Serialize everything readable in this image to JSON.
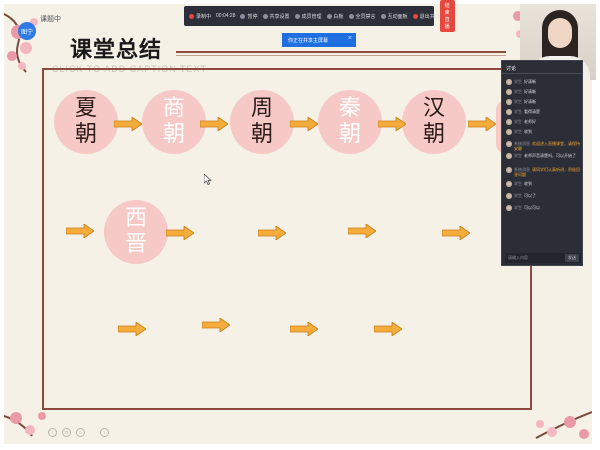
{
  "slide": {
    "title": "课堂总结",
    "caption_placeholder": "CLICK TO ADD CAPTION TEXT"
  },
  "dynasties": [
    {
      "line1": "夏",
      "line2": "朝",
      "style": "dark"
    },
    {
      "line1": "商",
      "line2": "朝",
      "style": "light"
    },
    {
      "line1": "周",
      "line2": "朝",
      "style": "dark"
    },
    {
      "line1": "秦",
      "line2": "朝",
      "style": "light"
    },
    {
      "line1": "汉",
      "line2": "朝",
      "style": "dark"
    },
    {
      "line1": "西",
      "line2": "晋",
      "style": "light"
    }
  ],
  "app": {
    "badge": "图宁",
    "name": "课题中"
  },
  "toolbar": {
    "status": "录制中",
    "timer": "00:04:28",
    "items": [
      "暂停",
      "共享设置",
      "成员管理",
      "白板",
      "全员禁言",
      "互动面板",
      "退出共享"
    ],
    "end_button": "结束直播"
  },
  "toast": {
    "text": "你正在共享主屏幕",
    "close": "×"
  },
  "chat": {
    "tab": "讨论",
    "messages": [
      {
        "name": "学生",
        "text": "好清晰",
        "type": "normal"
      },
      {
        "name": "学生",
        "text": "好清晰",
        "type": "normal"
      },
      {
        "name": "学生",
        "text": "好清晰",
        "type": "normal"
      },
      {
        "name": "学生",
        "text": "看得清楚",
        "type": "normal"
      },
      {
        "name": "学生",
        "text": "老师好",
        "type": "normal"
      },
      {
        "name": "学生",
        "text": "收到",
        "type": "normal"
      },
      {
        "name": "系统消息",
        "text": "欢迎进入直播课堂，请保持安静",
        "type": "sys"
      },
      {
        "name": "学生",
        "text": "老师声音清楚吗，可以开始了",
        "type": "normal"
      },
      {
        "name": "系统消息",
        "text": "请同学们认真听讲，积极回答问题",
        "type": "sys"
      },
      {
        "name": "学生",
        "text": "收到",
        "type": "normal"
      },
      {
        "name": "学生",
        "text": "可以了",
        "type": "normal"
      },
      {
        "name": "学生",
        "text": "可以可以",
        "type": "normal"
      }
    ],
    "input_placeholder": "请输入内容",
    "send": "发送"
  },
  "colors": {
    "circle_fill": "#f7c9c6",
    "arrow_fill": "#f4ac3c",
    "frame": "#8e4a3c",
    "accent_blue": "#1e6fe0",
    "end_red": "#e5483d"
  }
}
